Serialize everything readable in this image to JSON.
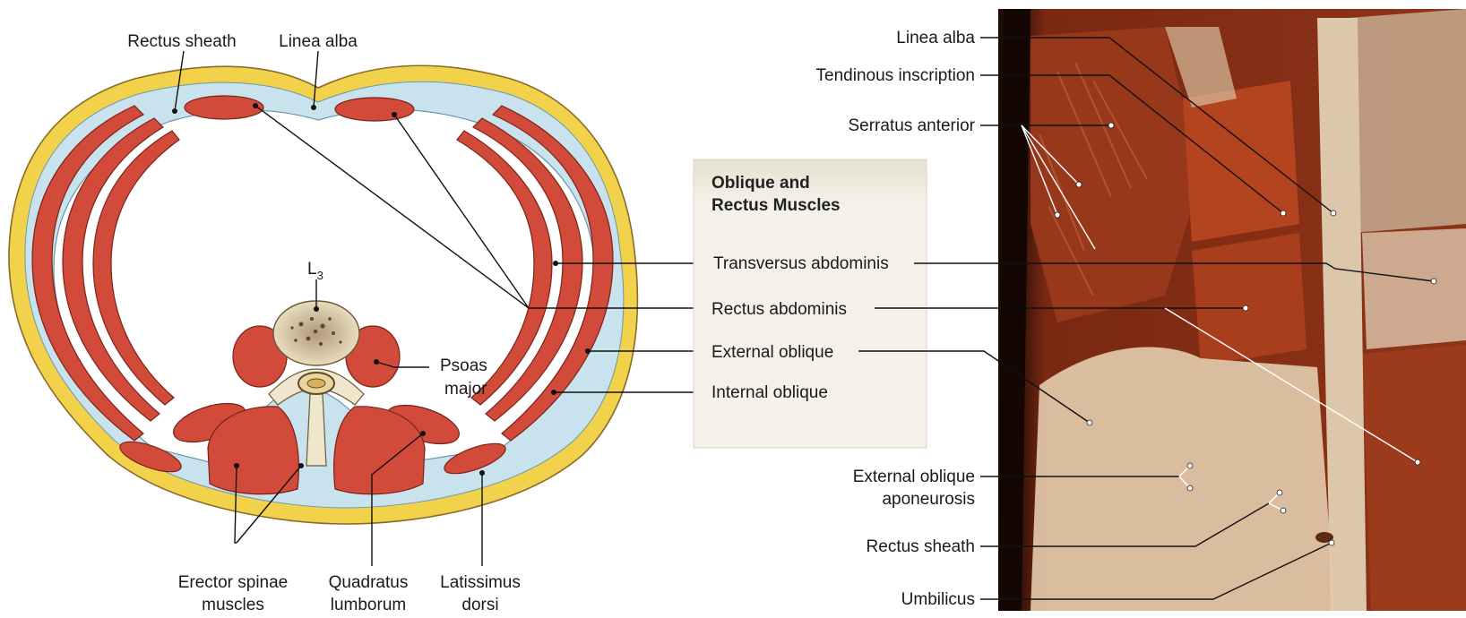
{
  "cross_section_labels": {
    "rectus_sheath": "Rectus sheath",
    "linea_alba": "Linea alba",
    "l3_main": "L",
    "l3_sub": "3",
    "psoas_line1": "Psoas",
    "psoas_line2": "major",
    "erector_line1": "Erector spinae",
    "erector_line2": "muscles",
    "quadratus_line1": "Quadratus",
    "quadratus_line2": "lumborum",
    "latissimus_line1": "Latissimus",
    "latissimus_line2": "dorsi"
  },
  "panel": {
    "title_line1": "Oblique and",
    "title_line2": "Rectus Muscles",
    "items": [
      "Transversus abdominis",
      "Rectus abdominis",
      "External oblique",
      "Internal oblique"
    ]
  },
  "photo_labels": {
    "linea_alba": "Linea alba",
    "tendinous_inscription": "Tendinous inscription",
    "serratus_anterior": "Serratus anterior",
    "ext_oblique_apo_line1": "External oblique",
    "ext_oblique_apo_line2": "aponeurosis",
    "rectus_sheath": "Rectus sheath",
    "umbilicus": "Umbilicus"
  },
  "colors": {
    "muscle": "#d24a3a",
    "muscle_edge": "#7a2218",
    "fat": "#f2d24a",
    "fascia": "#bfe0ee",
    "bone": "#efe6cc",
    "panel_bg": "#efece0"
  }
}
